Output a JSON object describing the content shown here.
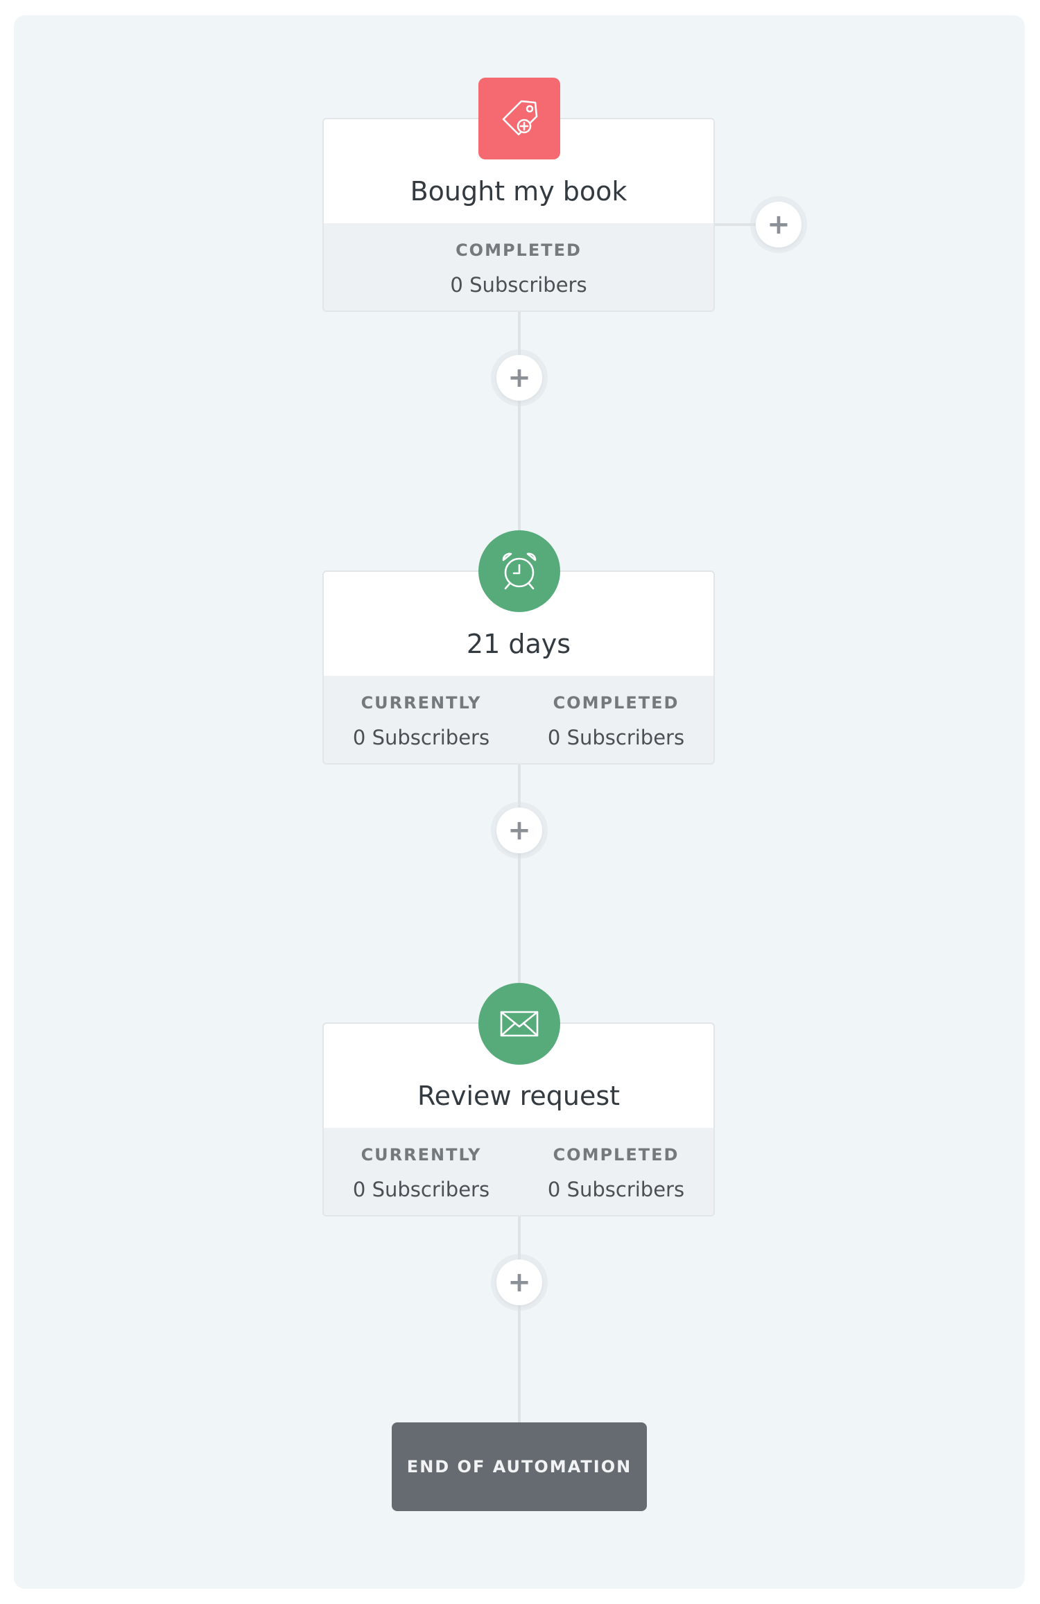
{
  "steps": [
    {
      "title": "Bought my book",
      "icon": "tag-icon",
      "color": "#f46a70",
      "stats": [
        {
          "label": "COMPLETED",
          "value": "0 Subscribers"
        }
      ]
    },
    {
      "title": "21 days",
      "icon": "alarm-clock-icon",
      "color": "#57ab7b",
      "stats": [
        {
          "label": "CURRENTLY",
          "value": "0 Subscribers"
        },
        {
          "label": "COMPLETED",
          "value": "0 Subscribers"
        }
      ]
    },
    {
      "title": "Review request",
      "icon": "envelope-icon",
      "color": "#57ab7b",
      "stats": [
        {
          "label": "CURRENTLY",
          "value": "0 Subscribers"
        },
        {
          "label": "COMPLETED",
          "value": "0 Subscribers"
        }
      ]
    }
  ],
  "add_button_glyph": "+",
  "end": {
    "label": "END OF AUTOMATION"
  }
}
